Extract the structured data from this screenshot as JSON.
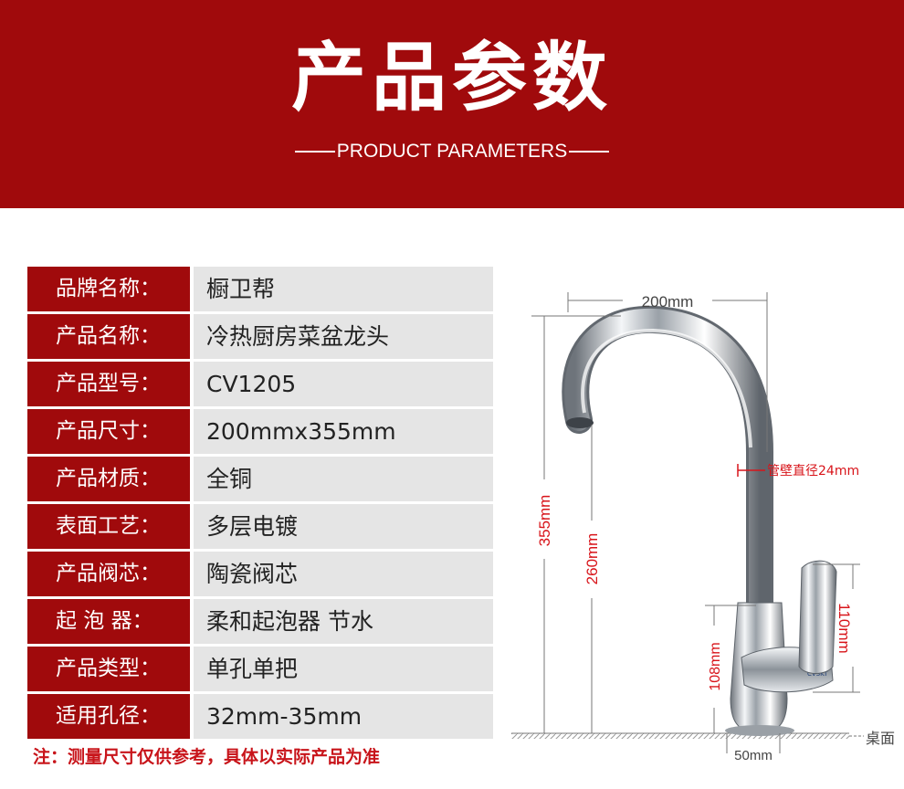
{
  "header": {
    "title": "产品参数",
    "subtitle": "PRODUCT PARAMETERS"
  },
  "specs": [
    {
      "label": "品牌名称：",
      "value": "橱卫帮"
    },
    {
      "label": "产品名称：",
      "value": "冷热厨房菜盆龙头"
    },
    {
      "label": "产品型号：",
      "value": "CV1205"
    },
    {
      "label": "产品尺寸：",
      "value": "200mmx355mm"
    },
    {
      "label": "产品材质：",
      "value": "全铜"
    },
    {
      "label": "表面工艺：",
      "value": "多层电镀"
    },
    {
      "label": "产品阀芯：",
      "value": "陶瓷阀芯"
    },
    {
      "label": "起 泡 器：",
      "value": "柔和起泡器 节水"
    },
    {
      "label": "产品类型：",
      "value": "单孔单把"
    },
    {
      "label": "适用孔径：",
      "value": "32mm-35mm"
    }
  ],
  "note": "注：测量尺寸仅供参考，具体以实际产品为准",
  "diagram": {
    "width_label": "200mm",
    "height_label": "355mm",
    "spout_height_label": "260mm",
    "wall_label": "管壁直径24mm",
    "handle_label": "110mm",
    "base_height_label": "108mm",
    "base_width_label": "50mm",
    "surface_label": "桌面",
    "brand_mark": "CVSKT"
  },
  "colors": {
    "brand_red": "#a00a0c",
    "label_bg": "#a00a0c",
    "value_bg": "#e5e5e5",
    "dimension_red": "#d8141a",
    "note_red": "#c8141a"
  }
}
